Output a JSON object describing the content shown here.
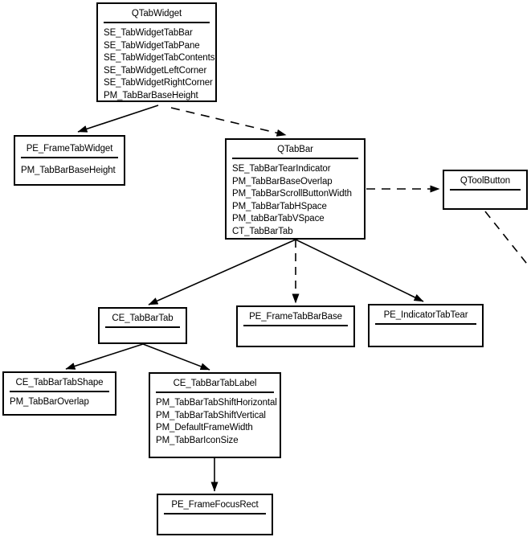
{
  "nodes": {
    "qtabwidget": {
      "title": "QTabWidget",
      "items": [
        "SE_TabWidgetTabBar",
        "SE_TabWidgetTabPane",
        "SE_TabWidgetTabContents",
        "SE_TabWidgetLeftCorner",
        "SE_TabWidgetRightCorner",
        "PM_TabBarBaseHeight"
      ]
    },
    "pe_frametabwidget": {
      "title": "PE_FrameTabWidget",
      "items": [
        "PM_TabBarBaseHeight"
      ]
    },
    "qtabbar": {
      "title": "QTabBar",
      "items": [
        "SE_TabBarTearIndicator",
        "PM_TabBarBaseOverlap",
        "PM_TabBarScrollButtonWidth",
        "PM_TabBarTabHSpace",
        "PM_tabBarTabVSpace",
        "CT_TabBarTab"
      ]
    },
    "qtoolbutton": {
      "title": "QToolButton",
      "items": []
    },
    "ce_tabbartab": {
      "title": "CE_TabBarTab",
      "items": []
    },
    "pe_frametabbarbase": {
      "title": "PE_FrameTabBarBase",
      "items": []
    },
    "pe_indicatortabtear": {
      "title": "PE_IndicatorTabTear",
      "items": []
    },
    "ce_tabbartabshape": {
      "title": "CE_TabBarTabShape",
      "items": [
        "PM_TabBarOverlap"
      ]
    },
    "ce_tabbartablabel": {
      "title": "CE_TabBarTabLabel",
      "items": [
        "PM_TabBarTabShiftHorizontal",
        "PM_TabBarTabShiftVertical",
        "PM_DefaultFrameWidth",
        "PM_TabBarIconSize"
      ]
    },
    "pe_framefocusrect": {
      "title": "PE_FrameFocusRect",
      "items": []
    }
  },
  "colors": {
    "line": "#000000",
    "background": "#ffffff",
    "text": "#000000"
  }
}
